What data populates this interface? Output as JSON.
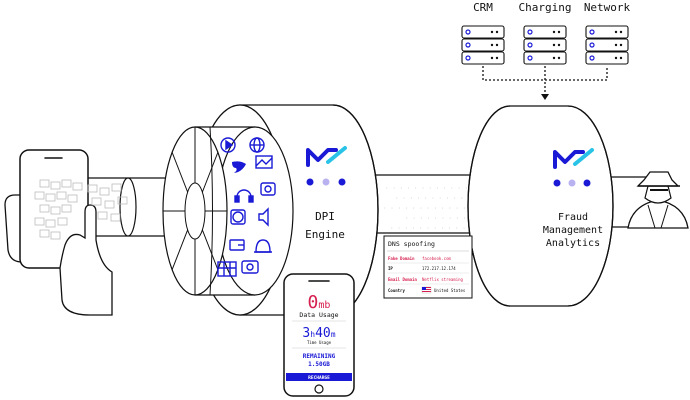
{
  "systems": [
    {
      "label": "CRM"
    },
    {
      "label": "Charging"
    },
    {
      "label": "Network"
    }
  ],
  "dpi_engine": {
    "line1": "DPI",
    "line2": "Engine"
  },
  "fraud": {
    "line1": "Fraud",
    "line2": "Management",
    "line3": "Analytics"
  },
  "phone_screen": {
    "data_value": "0",
    "data_unit": "mb",
    "data_label": "Data Usage",
    "time_hours": "3",
    "time_h": "h",
    "time_minutes": "40",
    "time_m": "m",
    "time_label": "Time Usage",
    "remaining_label": "REMAINING",
    "remaining_value": "1.50GB",
    "recharge_label": "RECHARGE"
  },
  "alert_card": {
    "title": "DNS spoofing",
    "rows": [
      {
        "key": "Fake Domain",
        "value": "facebook.com"
      },
      {
        "key": "IP",
        "value": "172.217.12.174"
      },
      {
        "key": "Email Domain",
        "value": "Netflix streaming"
      },
      {
        "key": "Country",
        "value": "United States"
      }
    ]
  },
  "icons": [
    "play-icon",
    "globe-icon",
    "twitter-icon",
    "image-icon",
    "headset-icon",
    "phone-icon",
    "compass-icon",
    "speaker-icon",
    "wallet-icon",
    "bell-icon",
    "calculator-icon",
    "camera-icon"
  ],
  "colors": {
    "accent": "#1a1ad6",
    "alert_red": "#d6204f",
    "logo_cyan": "#29c3e8",
    "logo_lilac": "#b9b2f0"
  }
}
